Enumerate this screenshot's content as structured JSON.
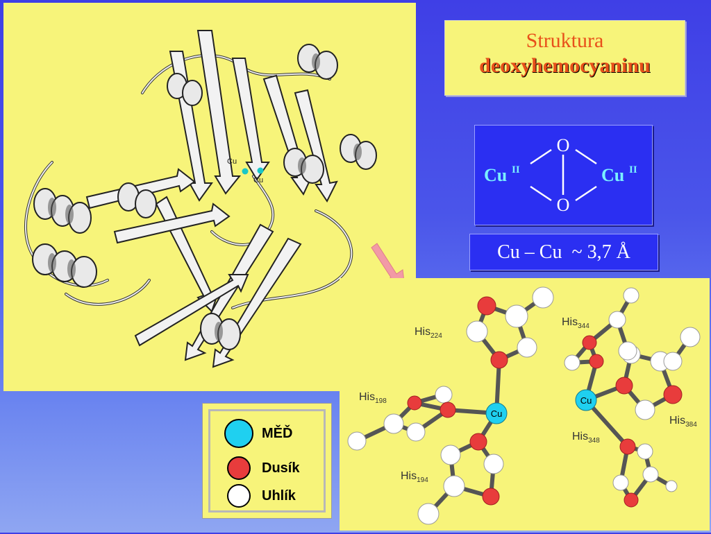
{
  "slide": {
    "title_line1": "Struktura",
    "title_line2": "deoxyhemocyaninu",
    "scheme": {
      "oxygen_top": "O",
      "oxygen_bottom": "O",
      "copper_left": "Cu",
      "copper_right": "Cu",
      "oxidation_state": "II"
    },
    "distance": "Cu – Cu  ~ 3,7 Å",
    "protein_labels": {
      "cu1": "Cu",
      "cu2": "Cu"
    },
    "detail_labels": {
      "his224": "His",
      "his224_sub": "224",
      "his198": "His",
      "his198_sub": "198",
      "his194": "His",
      "his194_sub": "194",
      "his344": "His",
      "his344_sub": "344",
      "his384": "His",
      "his384_sub": "384",
      "his348": "His",
      "his348_sub": "348",
      "cu_left": "Cu",
      "cu_right": "Cu"
    },
    "legend": [
      {
        "label": "MĚĎ",
        "color": "#1fd0f0"
      },
      {
        "label": "Dusík",
        "color": "#e83c3c"
      },
      {
        "label": "Uhlík",
        "color": "#ffffff"
      }
    ],
    "colors": {
      "background": "#4a55ea",
      "panel": "#f7f47a",
      "title_text": "#e8501a",
      "box": "#2b2ff2",
      "copper_label": "#7af0ff",
      "arrow": "#f29aa6"
    }
  }
}
